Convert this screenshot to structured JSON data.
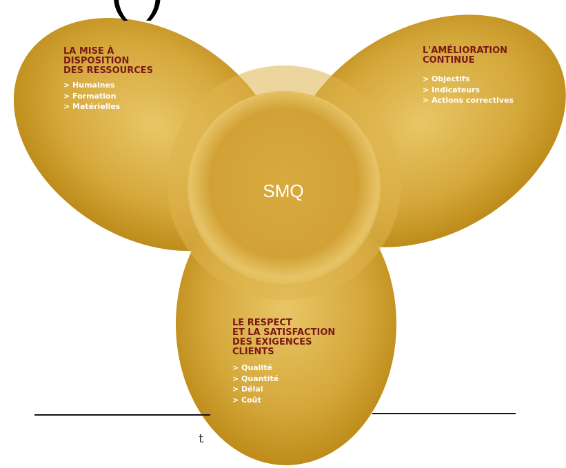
{
  "partial_heading": "(                              )",
  "center_label": "SMQ",
  "petals": [
    {
      "title": "LA MISE À\nDISPOSITION\nDES RESSOURCES",
      "items": [
        "> Humaines",
        "> Formation",
        "> Matérielles"
      ]
    },
    {
      "title": "L'AMÉLIORATION\nCONTINUE",
      "items": [
        "> Objectifs",
        "> Indicateurs",
        "> Actions correctives"
      ]
    },
    {
      "title": "LE  RESPECT\nET LA SATISFACTION\nDES EXIGENCES\nCLIENTS",
      "items": [
        "> Qualité",
        "> Quantité",
        "> Délai",
        "> Coût"
      ]
    }
  ],
  "footer_fragment": "t",
  "colors": {
    "petal_light": "#e7c25e",
    "petal_dark": "#b88410",
    "title_text": "#7a1818",
    "item_text": "#ffffff"
  }
}
